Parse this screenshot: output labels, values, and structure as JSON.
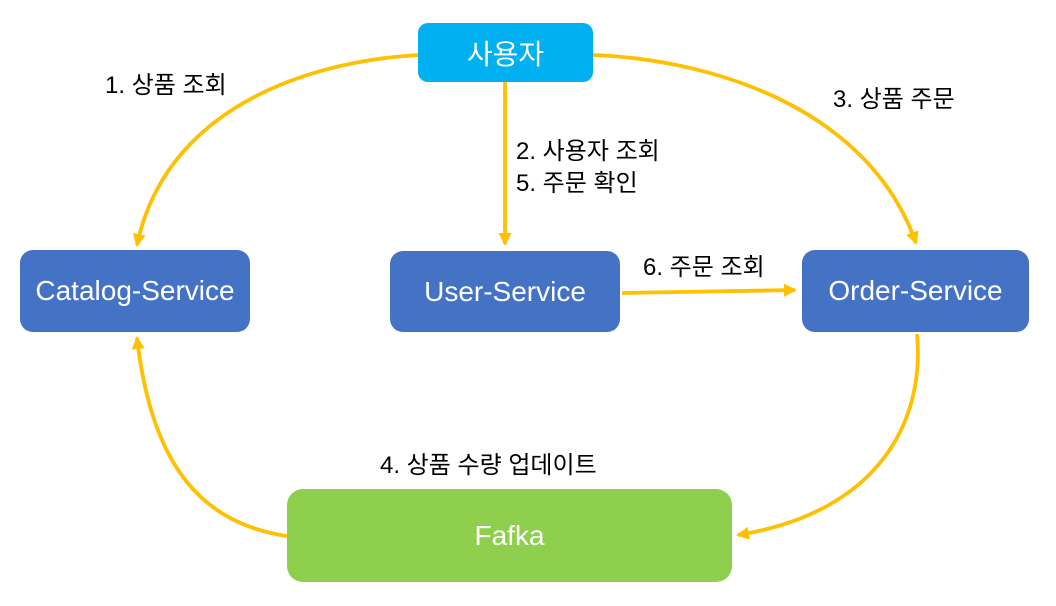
{
  "diagram": {
    "nodes": {
      "user": "사용자",
      "catalog": "Catalog-Service",
      "user_service": "User-Service",
      "order": "Order-Service",
      "kafka": "Fafka"
    },
    "edge_labels": {
      "step1": "1. 상품 조회",
      "step2": "2. 사용자 조회",
      "step5": "5. 주문 확인",
      "step3": "3. 상품 주문",
      "step4": "4. 상품 수량 업데이트",
      "step6": "6. 주문 조회"
    },
    "edges": [
      {
        "step": "1",
        "label": "1. 상품 조회",
        "from": "사용자",
        "to": "Catalog-Service"
      },
      {
        "step": "2",
        "label": "2. 사용자 조회",
        "from": "사용자",
        "to": "User-Service"
      },
      {
        "step": "3",
        "label": "3. 상품 주문",
        "from": "사용자",
        "to": "Order-Service"
      },
      {
        "step": "4",
        "label": "4. 상품 수량 업데이트",
        "from": "Order-Service",
        "to": "Fafka"
      },
      {
        "step": "4",
        "label": "4. 상품 수량 업데이트",
        "from": "Fafka",
        "to": "Catalog-Service"
      },
      {
        "step": "5",
        "label": "5. 주문 확인",
        "from": "사용자",
        "to": "User-Service"
      },
      {
        "step": "6",
        "label": "6. 주문 조회",
        "from": "User-Service",
        "to": "Order-Service"
      }
    ]
  },
  "colors": {
    "user_node": "#00B0F0",
    "service_node": "#4472C4",
    "kafka_node": "#8ED04E",
    "arrow": "#FFC000",
    "label_text": "#000000",
    "node_text": "#FFFFFF",
    "background": "#FFFFFF"
  }
}
